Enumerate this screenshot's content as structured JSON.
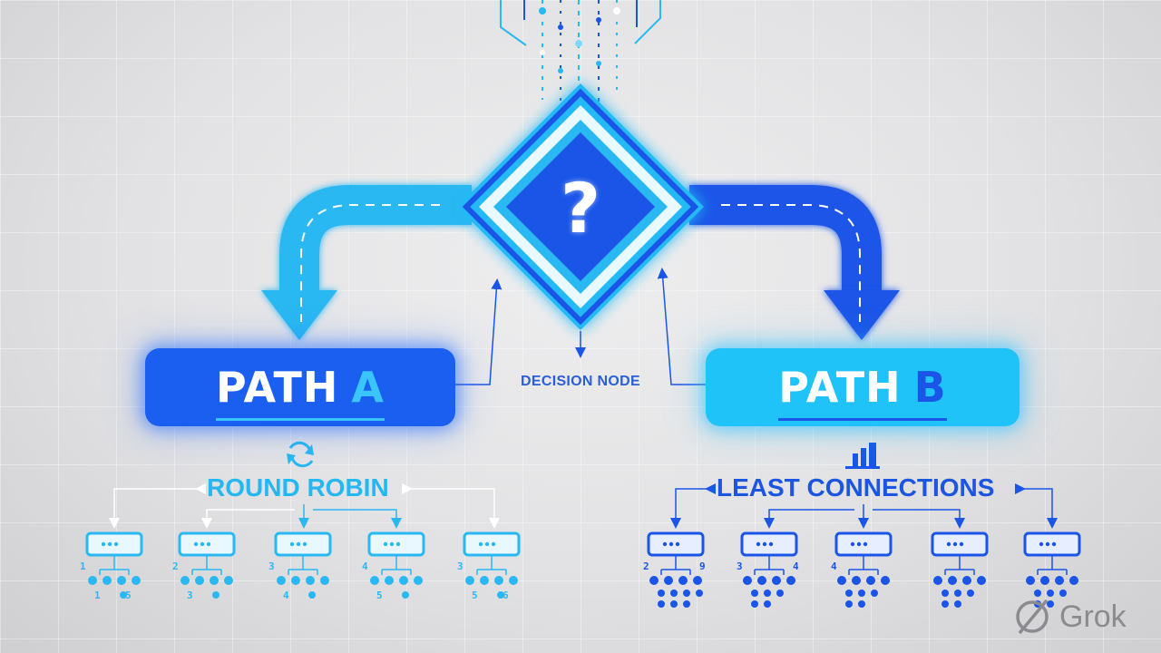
{
  "decision": {
    "symbol": "?",
    "label": "DECISION NODE"
  },
  "path_a": {
    "word": "PATH",
    "letter": "A",
    "algorithm": "ROUND ROBIN",
    "algorithm_icon": "refresh-icon",
    "color": "#1a5ff0",
    "servers": [
      {
        "top": "1",
        "bottom_left": "1",
        "bottom_right": "5"
      },
      {
        "top": "2",
        "bottom_left": "3",
        "bottom_right": ""
      },
      {
        "top": "3",
        "bottom_left": "4",
        "bottom_right": ""
      },
      {
        "top": "4",
        "bottom_left": "5",
        "bottom_right": ""
      },
      {
        "top": "3",
        "bottom_left": "5",
        "bottom_right": "6"
      }
    ]
  },
  "path_b": {
    "word": "PATH",
    "letter": "B",
    "algorithm": "LEAST CONNECTIONS",
    "algorithm_icon": "bar-chart-icon",
    "color": "#1fc3f7",
    "servers": [
      {
        "top_left": "2",
        "top_right": "9"
      },
      {
        "top_left": "3",
        "top_right": "4"
      },
      {
        "top_left": "4",
        "top_right": ""
      },
      {
        "top_left": "",
        "top_right": ""
      },
      {
        "top_left": "",
        "top_right": ""
      }
    ]
  },
  "watermark": {
    "text": "Grok",
    "icon": "grok-logo-icon"
  },
  "colors": {
    "cyan": "#2ab8f2",
    "blue": "#1a55e8"
  }
}
